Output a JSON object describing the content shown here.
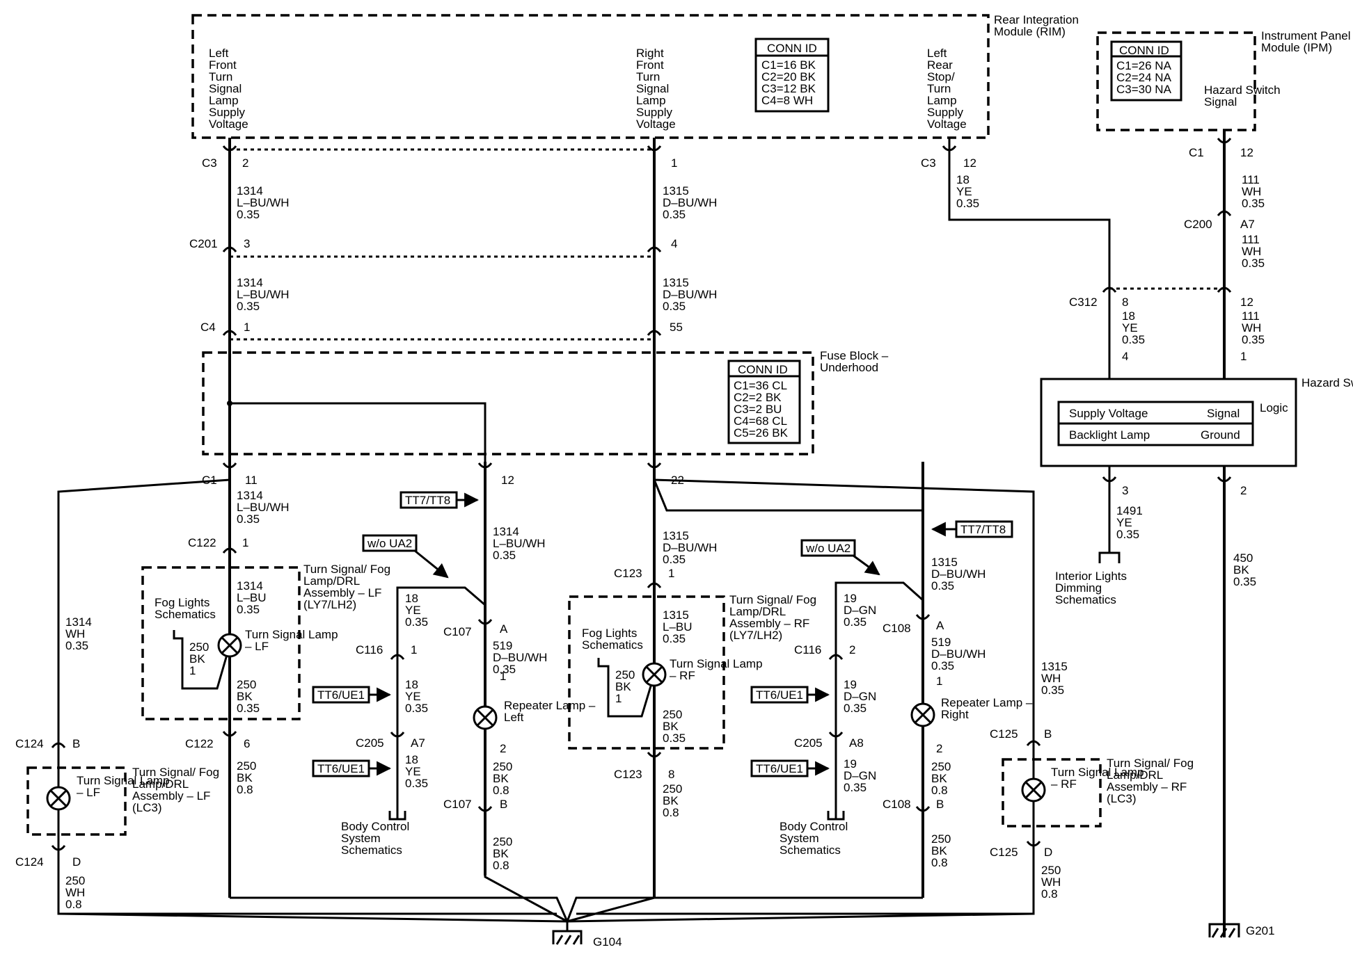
{
  "modules": {
    "rim": {
      "title": "Rear Integration Module (RIM)",
      "conn_id_title": "CONN ID",
      "conn_ids": [
        "C1=16 BK",
        "C2=20 BK",
        "C3=12 BK",
        "C4=8 WH"
      ],
      "terms": {
        "lf": "Left Front Turn Signal Lamp Supply Voltage",
        "rf": "Right Front Turn Signal Lamp Supply Voltage",
        "lr": "Left Rear Stop/ Turn Lamp Supply Voltage"
      }
    },
    "ipm": {
      "title": "Instrument Panel Module (IPM)",
      "conn_id_title": "CONN ID",
      "conn_ids": [
        "C1=26 NA",
        "C2=24 NA",
        "C3=30 NA"
      ],
      "term": "Hazard Switch Signal"
    },
    "fuse": {
      "title": "Fuse Block – Underhood",
      "conn_id_title": "CONN ID",
      "conn_ids": [
        "C1=36 CL",
        "C2=2 BK",
        "C3=2 BU",
        "C4=68 CL",
        "C5=26 BK"
      ]
    },
    "hazard": {
      "title": "Hazard Switch",
      "logic": "Logic",
      "supply": "Supply Voltage",
      "signal": "Signal",
      "backlight": "Backlight Lamp",
      "ground": "Ground"
    }
  },
  "connectors": {
    "C3": "C3",
    "C201": "C201",
    "C4": "C4",
    "C1": "C1",
    "C122": "C122",
    "C123": "C123",
    "C124": "C124",
    "C125": "C125",
    "C107": "C107",
    "C108": "C108",
    "C116": "C116",
    "C205": "C205",
    "C200": "C200",
    "C312": "C312"
  },
  "pins": {
    "c3_lf": "2",
    "c3_rf": "1",
    "c3_lr": "12",
    "c201_lf": "3",
    "c201_rf": "4",
    "c4_lf": "1",
    "c4_rf": "55",
    "c1_11": "11",
    "c1_12": "12",
    "c1_22": "22",
    "c122_top": "1",
    "c122_bot": "6",
    "c123_top": "1",
    "c123_bot": "8",
    "c124_top": "B",
    "c124_bot": "D",
    "c125_top": "B",
    "c125_bot": "D",
    "c107_a": "A",
    "c107_a1": "1",
    "c107_2": "2",
    "c107_b": "B",
    "c108_a": "A",
    "c108_a1": "1",
    "c108_2": "2",
    "c108_b": "B",
    "c116_l": "1",
    "c116_r": "2",
    "c205_l": "A7",
    "c205_r": "A8",
    "ipm_c1": "12",
    "c200": "A7",
    "c312_l": "8",
    "c312_r": "12",
    "hz_4": "4",
    "hz_1": "1",
    "hz_3": "3",
    "hz_2": "2"
  },
  "wires": {
    "w1314": [
      "1314",
      "L–BU/WH",
      "0.35"
    ],
    "w1315": [
      "1315",
      "D–BU/WH",
      "0.35"
    ],
    "w18ye": [
      "18",
      "YE",
      "0.35"
    ],
    "w111": [
      "111",
      "WH",
      "0.35"
    ],
    "w1314b": [
      "1314",
      "L–BU",
      "0.35"
    ],
    "w1315b": [
      "1315",
      "L–BU",
      "0.35"
    ],
    "w250bk": [
      "250",
      "BK",
      "0.35"
    ],
    "w250bk1": [
      "250",
      "BK",
      "1"
    ],
    "w250bk08": [
      "250",
      "BK",
      "0.8"
    ],
    "w519": [
      "519",
      "D–BU/WH",
      "0.35"
    ],
    "w19dgn": [
      "19",
      "D–GN",
      "0.35"
    ],
    "w1314wh": [
      "1314",
      "WH",
      "0.35"
    ],
    "w1315wh": [
      "1315",
      "WH",
      "0.35"
    ],
    "w250wh": [
      "250",
      "WH",
      "0.8"
    ],
    "w1491": [
      "1491",
      "YE",
      "0.35"
    ],
    "w450": [
      "450",
      "BK",
      "0.35"
    ]
  },
  "components": {
    "lf_assy": "Turn Signal/ Fog Lamp/DRL Assembly – LF (LY7/LH2)",
    "rf_assy": "Turn Signal/ Fog Lamp/DRL Assembly – RF (LY7/LH2)",
    "lf_assy_lc3": "Turn Signal/ Fog Lamp/DRL Assembly – LF (LC3)",
    "rf_assy_lc3": "Turn Signal/ Fog Lamp/DRL Assembly – RF (LC3)",
    "lamp_lf": "Turn Signal Lamp – LF",
    "lamp_rf": "Turn Signal Lamp – RF",
    "fog_schem": "Fog Lights Schematics",
    "rep_left": "Repeater Lamp – Left",
    "rep_right": "Repeater Lamp – Right",
    "bcs": "Body Control System Schematics",
    "interior": "Interior Lights Dimming Schematics"
  },
  "tags": {
    "tt7": "TT7/TT8",
    "tt6": "TT6/UE1",
    "woua2": "w/o UA2"
  },
  "grounds": {
    "g104": "G104",
    "g201": "G201"
  }
}
